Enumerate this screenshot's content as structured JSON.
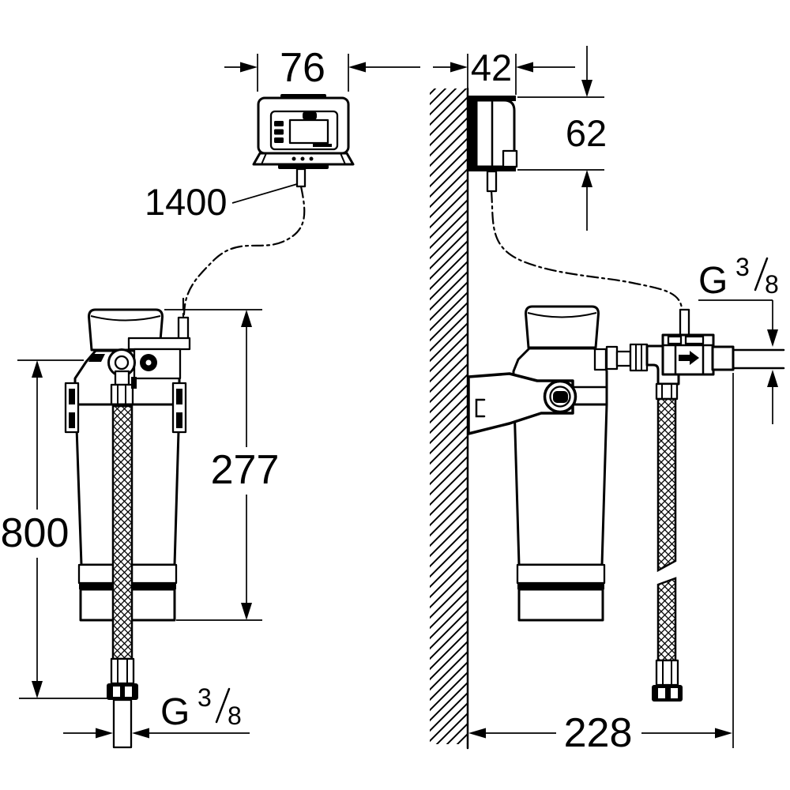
{
  "colors": {
    "background": "#ffffff",
    "line": "#000000"
  },
  "drawing": {
    "dimension_labels": {
      "controller_width": "76",
      "controller_depth": "42",
      "controller_height": "62",
      "cable_length": "1400",
      "filter_height": "277",
      "install_height": "800",
      "side_offset": "228"
    },
    "thread_label": {
      "prefix": "G",
      "numerator": "3",
      "denominator": "8"
    }
  }
}
